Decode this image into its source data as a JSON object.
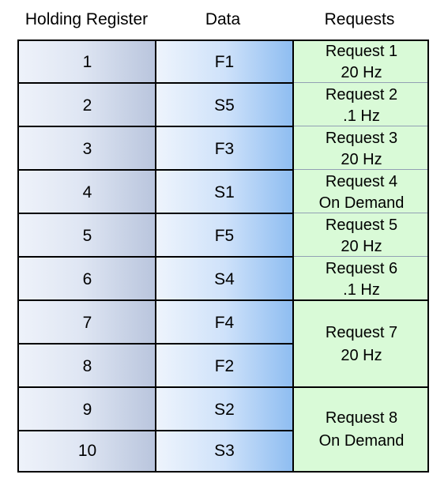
{
  "headers": {
    "holding_register": "Holding Register",
    "data": "Data",
    "requests": "Requests"
  },
  "rows": [
    {
      "register": "1",
      "data": "F1"
    },
    {
      "register": "2",
      "data": "S5"
    },
    {
      "register": "3",
      "data": "F3"
    },
    {
      "register": "4",
      "data": "S1"
    },
    {
      "register": "5",
      "data": "F5"
    },
    {
      "register": "6",
      "data": "S4"
    },
    {
      "register": "7",
      "data": "F4"
    },
    {
      "register": "8",
      "data": "F2"
    },
    {
      "register": "9",
      "data": "S2"
    },
    {
      "register": "10",
      "data": "S3"
    }
  ],
  "requests": [
    {
      "name": "Request 1",
      "rate": "20 Hz"
    },
    {
      "name": "Request 2",
      "rate": ".1 Hz"
    },
    {
      "name": "Request 3",
      "rate": "20 Hz"
    },
    {
      "name": "Request 4",
      "rate": "On Demand"
    },
    {
      "name": "Request 5",
      "rate": "20 Hz"
    },
    {
      "name": "Request 6",
      "rate": ".1 Hz"
    },
    {
      "name": "Request 7",
      "rate": "20 Hz"
    },
    {
      "name": "Request 8",
      "rate": "On Demand"
    }
  ]
}
